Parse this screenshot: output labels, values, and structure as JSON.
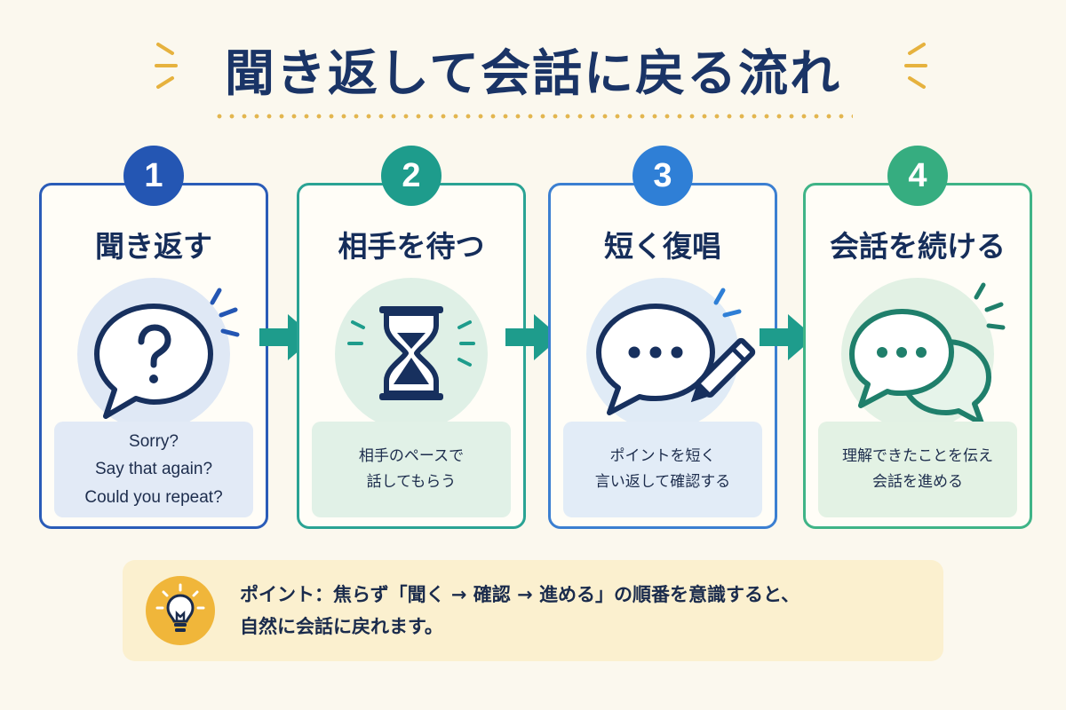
{
  "title": "聞き返して会話に戻る流れ",
  "steps": [
    {
      "number": "1",
      "title": "聞き返す",
      "icon": "question-bubble-icon",
      "lines": [
        "Sorry?",
        "Say that again?",
        "Could you repeat?"
      ],
      "accent": "#2a5cb8",
      "badge_color": "#2456b3",
      "circle_color": "#dfe8f5",
      "box_color": "#e2eaf6"
    },
    {
      "number": "2",
      "title": "相手を待つ",
      "icon": "hourglass-icon",
      "lines": [
        "相手のペースで",
        "話してもらう"
      ],
      "accent": "#2aa394",
      "badge_color": "#1e9c8c",
      "circle_color": "#dff0e6",
      "box_color": "#e1f1e7"
    },
    {
      "number": "3",
      "title": "短く復唱",
      "icon": "speech-bubble-pencil-icon",
      "lines": [
        "ポイントを短く",
        "言い返して確認する"
      ],
      "accent": "#3b7fd1",
      "badge_color": "#2f7fd6",
      "circle_color": "#e0ebf6",
      "box_color": "#e2ecf7"
    },
    {
      "number": "4",
      "title": "会話を続ける",
      "icon": "conversation-bubbles-icon",
      "lines": [
        "理解できたことを伝え",
        "会話を進める"
      ],
      "accent": "#3fb487",
      "badge_color": "#36ad80",
      "circle_color": "#e2f1e4",
      "box_color": "#e3f2e4"
    }
  ],
  "tip": {
    "icon": "lightbulb-icon",
    "line1": "ポイント：焦らず「聞く → 確認 → 進める」の順番を意識すると、",
    "line2": "自然に会話に戻れます。"
  },
  "colors": {
    "background": "#fbf8ee",
    "title": "#1a3466",
    "arrow": "#1e9c8c",
    "dots": "#e3b64f",
    "tip_background": "#fbf0cf",
    "bulb": "#f0b63a"
  }
}
